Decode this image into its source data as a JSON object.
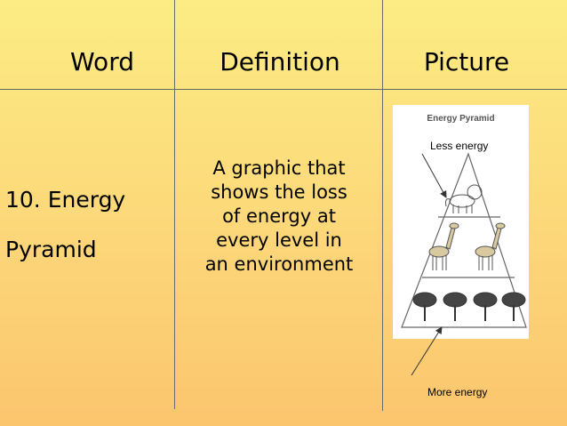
{
  "headers": {
    "word": "Word",
    "definition": "Definition",
    "picture": "Picture"
  },
  "term": {
    "line1": "10. Energy",
    "line2": "Pyramid"
  },
  "definition_lines": [
    "A graphic that",
    "shows the loss",
    "of energy at",
    "every level in",
    "an environment"
  ],
  "picture": {
    "title": "Energy Pyramid",
    "top_label": "Less energy",
    "bottom_label": "More energy"
  }
}
